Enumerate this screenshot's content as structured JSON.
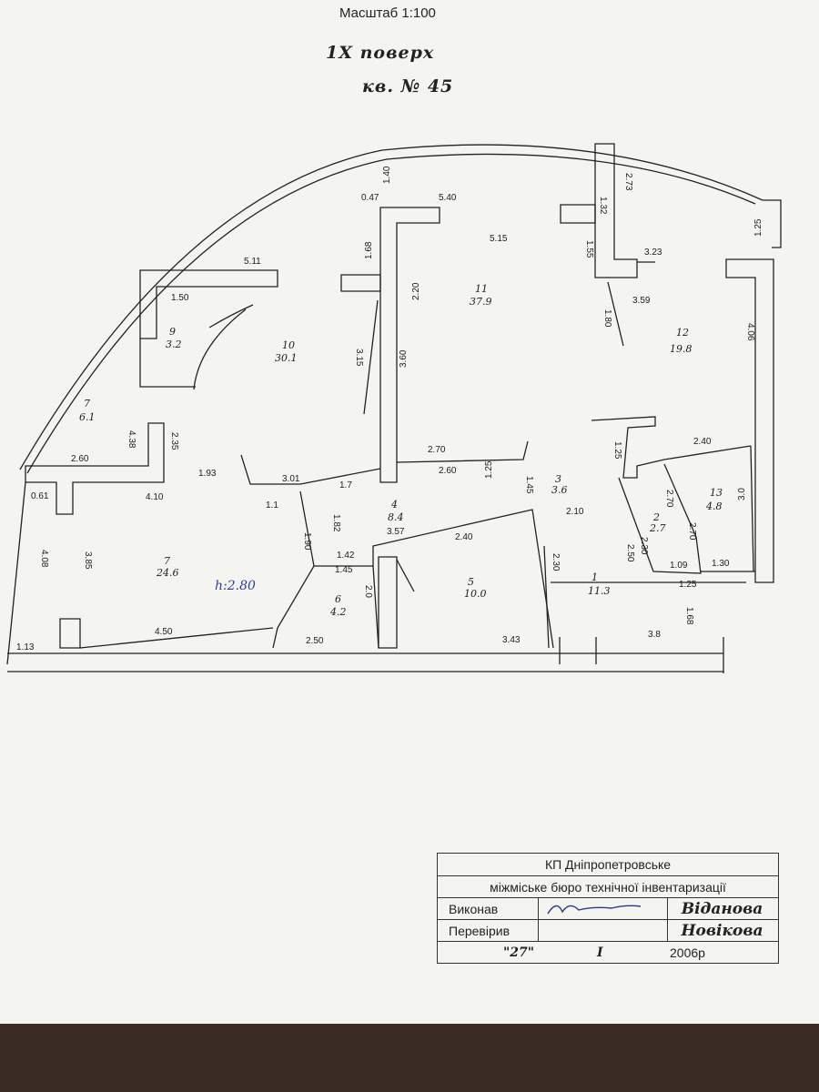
{
  "header": {
    "scale": "Масштаб 1:100",
    "floor": "1Х поверх",
    "apartment": "кв. № 45"
  },
  "ceiling_height": "h:2.80",
  "rooms": [
    {
      "num": "1",
      "area": "11.3"
    },
    {
      "num": "2",
      "area": "2.7"
    },
    {
      "num": "3",
      "area": "3.6"
    },
    {
      "num": "4",
      "area": "8.4"
    },
    {
      "num": "5",
      "area": "10.0"
    },
    {
      "num": "6",
      "area": "4.2"
    },
    {
      "num": "7",
      "area": "24.6"
    },
    {
      "num": "7",
      "area": "6.1"
    },
    {
      "num": "9",
      "area": "3.2"
    },
    {
      "num": "10",
      "area": "30.1"
    },
    {
      "num": "11",
      "area": "37.9"
    },
    {
      "num": "12",
      "area": "19.8"
    },
    {
      "num": "13",
      "area": "4.8"
    }
  ],
  "dimensions": [
    "1.40",
    "0.47",
    "5.40",
    "1.32",
    "2.73",
    "5.15",
    "1.68",
    "2.20",
    "5.11",
    "1.50",
    "1.55",
    "3.23",
    "1.25",
    "3.59",
    "1.80",
    "4.06",
    "3.15",
    "3.60",
    "4.38",
    "2.35",
    "2.60",
    "1.93",
    "2.70",
    "3.01",
    "1.7",
    "2.60",
    "1.25",
    "1.45",
    "2.40",
    "1.25",
    "0.61",
    "4.10",
    "1.1",
    "1.82",
    "3.57",
    "2.40",
    "2.10",
    "2.70",
    "3.0",
    "1.90",
    "1.42",
    "2.50",
    "2.30",
    "2.70",
    "1.09",
    "1.30",
    "1.45",
    "2.30",
    "1.25",
    "4.08",
    "3.85",
    "2.0",
    "1.68",
    "4.50",
    "1.13",
    "2.50",
    "3.43",
    "3.8"
  ],
  "title_block": {
    "org_line1": "КП Дніпропетровське",
    "org_line2": "міжміське бюро технічної інвентаризації",
    "executed_label": "Виконав",
    "executed_name": "Віданова",
    "checked_label": "Перевірив",
    "checked_name": "Новікова",
    "date_day": "\"27\"",
    "date_month": "I",
    "date_year": "2006р"
  }
}
